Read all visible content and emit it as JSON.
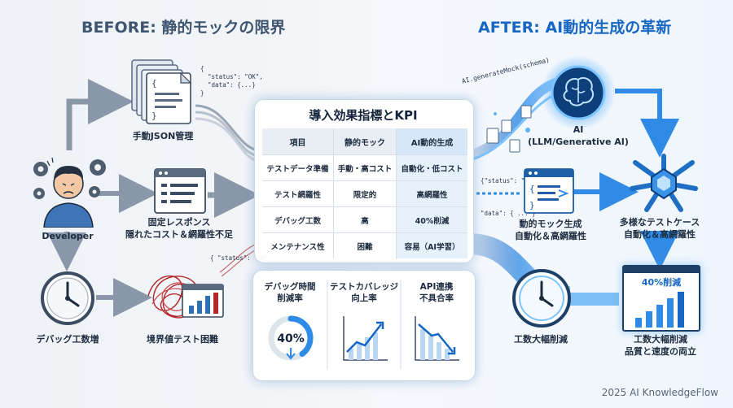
{
  "titles": {
    "before_prefix": "BEFORE: ",
    "before_text": "静的モックの限界",
    "after_prefix": "AFTER: ",
    "after_text": "AI動的生成の革新"
  },
  "before": {
    "json_label": "手動JSON管理",
    "json_snippet": "{\n  \"status\": \"OK\",\n  \"data\": {...}\n}",
    "developer_label": "Developer",
    "fixed_response_line1": "固定レスポンス",
    "fixed_response_line2": "隠れたコスト＆網羅性不足",
    "debug_label": "デバッグ工数増",
    "boundary_label": "境界値テスト困難",
    "status_snippet": "{ \"status\": \"OK\""
  },
  "kpi": {
    "title": "導入効果指標とKPI",
    "headers": [
      "項目",
      "静的モック",
      "AI動的生成"
    ],
    "rows": [
      [
        "テストデータ準備",
        "手動・高コスト",
        "自動化・低コスト"
      ],
      [
        "テスト網羅性",
        "限定的",
        "高網羅性"
      ],
      [
        "デバッグ工数",
        "高",
        "40%削減"
      ],
      [
        "メンテナンス性",
        "困難",
        "容易（AI学習）"
      ]
    ],
    "metrics": [
      {
        "line1": "デバッグ時間",
        "line2": "削減率",
        "value": "40%",
        "fraction": 0.4
      },
      {
        "line1": "テストカバレッジ",
        "line2": "向上率"
      },
      {
        "line1": "API連携",
        "line2": "不具合率"
      }
    ]
  },
  "after": {
    "ai_call": "AI.generateMock(schema)",
    "ai_line1": "AI",
    "ai_line2": "(LLM/Generative AI)",
    "dynamic_line1": "動的モック生成",
    "dynamic_line2": "自動化＆高網羅性",
    "status_snippet": "{\"status\": \"OK\",",
    "data_snippet": "\"data\": { ... }",
    "testcase_line1": "多様なテストケース",
    "testcase_line2": "自動化＆高網羅性",
    "effort_label": "工数大幅削減",
    "result_chart_title": "40%削減",
    "result_line1": "工数大幅削減",
    "result_line2": "品質と速度の両立"
  },
  "footer": "2025 AI KnowledgeFlow",
  "colors": {
    "accent": "#1667c3",
    "before_title": "#3f5670",
    "glow": "#3aa0ff",
    "tangle": "#b3262b"
  }
}
